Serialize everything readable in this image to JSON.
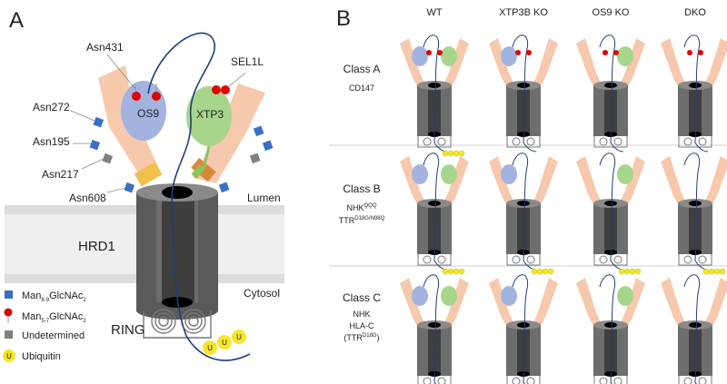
{
  "panelA": {
    "letter": "A",
    "labels": {
      "asn431": "Asn431",
      "sel1l": "SEL1L",
      "asn272": "Asn272",
      "asn195": "Asn195",
      "asn217": "Asn217",
      "asn608": "Asn608",
      "os9": "OS9",
      "xtp3": "XTP3",
      "lumen": "Lumen",
      "hrd1": "HRD1",
      "cytosol": "Cytosol",
      "ring": "RING"
    },
    "legend": {
      "man89": {
        "main": "Man",
        "sub1": "8-9",
        "mid": "GlcNAc",
        "sub2": "2"
      },
      "man57": {
        "main": "Man",
        "sub1": "5-7",
        "mid": "GlcNAc",
        "sub2": "2"
      },
      "undetermined": "Undetermined",
      "ubiquitin": "Ubiquitin",
      "ub_symbol": "U"
    }
  },
  "panelB": {
    "letter": "B",
    "columns": [
      "WT",
      "XTP3B KO",
      "OS9 KO",
      "DKO"
    ],
    "classA": {
      "title": "Class A",
      "substrate": "CD147"
    },
    "classB": {
      "title": "Class B",
      "sub1_main": "NHK",
      "sub1_sup": "QQQ",
      "sub2_main": "TTR",
      "sub2_sup": "D18G/N98Q"
    },
    "classC": {
      "title": "Class C",
      "line1": "NHK",
      "line2": "HLA-C",
      "line3_open": "(TTR",
      "line3_sup": "D18G",
      "line3_close": ")"
    }
  },
  "colors": {
    "os9": "#a3b3e0",
    "xtp3": "#a8d58c",
    "arm": "#f6c9ad",
    "hrd1": "#6d6d6d",
    "membrane": "#eeeeee",
    "man89": "#3a6fc4",
    "man57": "#e00000",
    "undetermined": "#808080",
    "ubiquitin": "#f5e62a",
    "chain": "#1f3f7a"
  }
}
